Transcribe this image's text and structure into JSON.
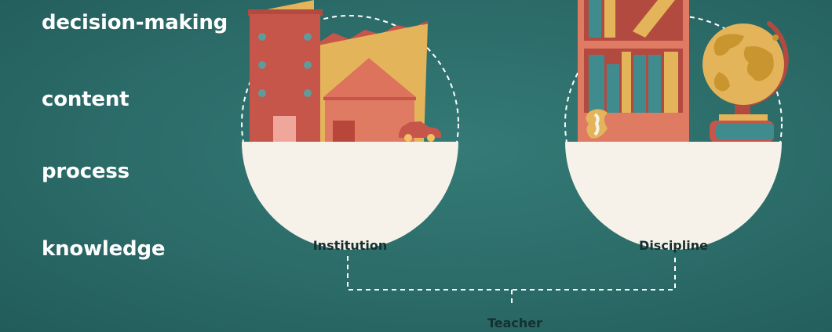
{
  "terms": [
    "decision-making",
    "content",
    "process",
    "knowledge"
  ],
  "labels": {
    "institution": "Institution",
    "discipline": "Discipline",
    "teacher": "Teacher"
  },
  "icons": [
    "office-building-icon",
    "factory-icon",
    "house-icon",
    "car-icon",
    "bookshelf-icon",
    "globe-icon",
    "book-stack-icon",
    "apple-core-icon"
  ],
  "colors": {
    "background": "#2d6e6b",
    "bowl": "#f6f2ea",
    "brick": "#c6554a",
    "mustard": "#e4b45a",
    "coral": "#df7a63",
    "teal": "#3f8b8d",
    "text_dark": "#16302f"
  }
}
